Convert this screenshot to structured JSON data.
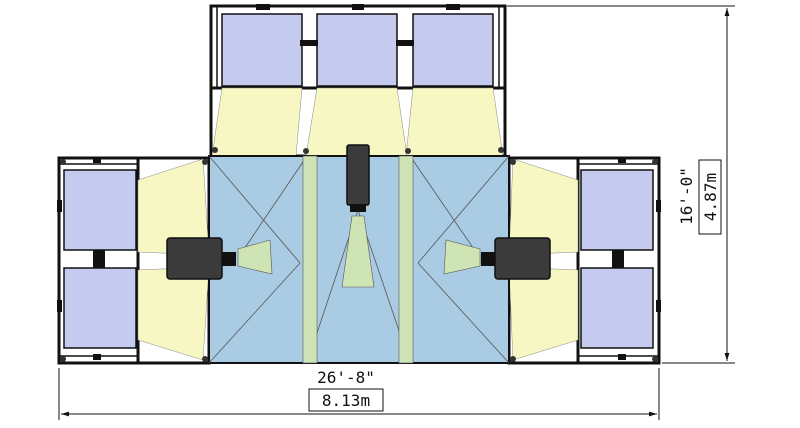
{
  "dimensions": {
    "width_imperial": "26'-8\"",
    "width_metric": "8.13m",
    "height_imperial": "16'-0\"",
    "height_metric": "4.87m"
  },
  "colors": {
    "floor": "#a9cbe3",
    "light_cone": "#f7f7c4",
    "light_panel": "#c5cbef",
    "camera": "#3b3b3b",
    "lens_beam": "#cfe4b4",
    "frame": "#111111"
  }
}
